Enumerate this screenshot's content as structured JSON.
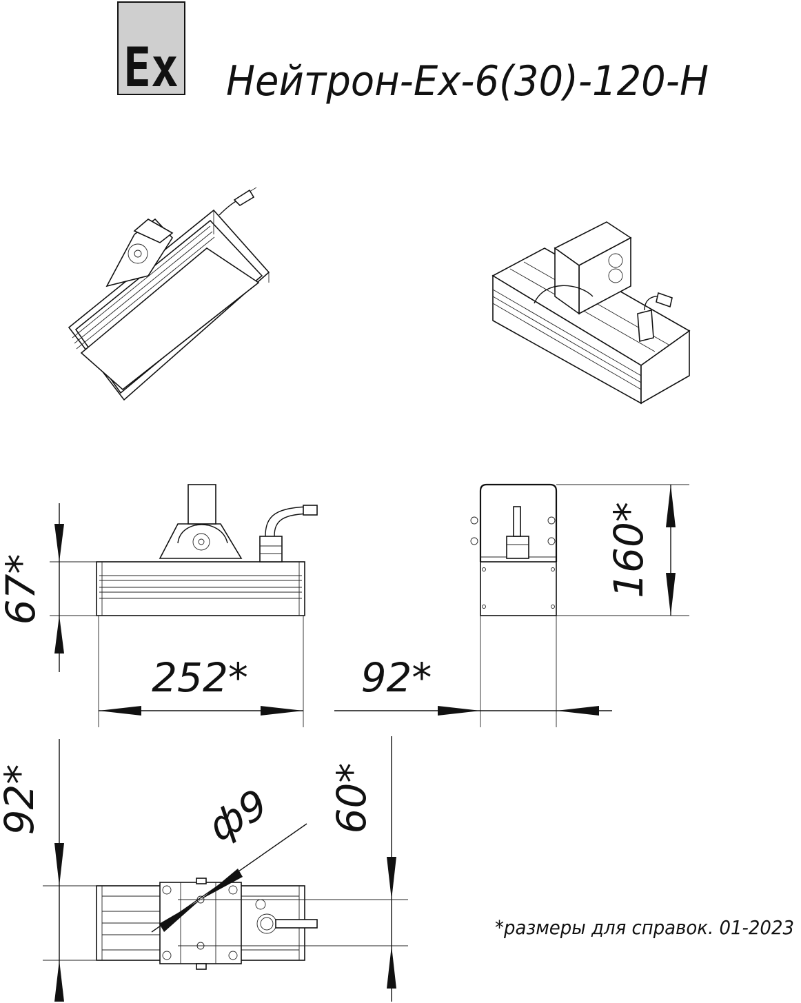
{
  "logo": {
    "text": "Ex"
  },
  "title": "Нейтрон-Ex-6(30)-120-Н",
  "dimensions": {
    "height_front": "67*",
    "length": "252*",
    "width_side": "92*",
    "height_side": "160*",
    "width_bottom": "92*",
    "mount_spacing": "60*",
    "hole_diameter": "ф9"
  },
  "note": "*размеры для справок. 01-2023"
}
